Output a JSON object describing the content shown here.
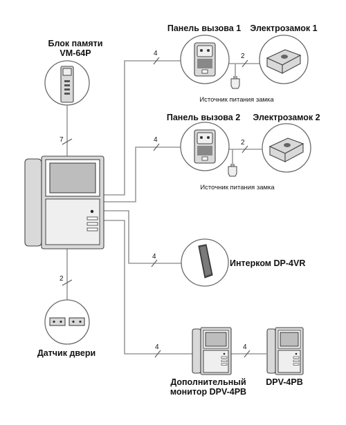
{
  "labels": {
    "memory_unit": [
      "Блок памяти",
      "VM-64P"
    ],
    "call_panel_1": "Панель вызова 1",
    "lock_1": "Электрозамок 1",
    "call_panel_2": "Панель вызова 2",
    "lock_2": "Электрозамок 2",
    "lock_power_1": "Источник питания замка",
    "lock_power_2": "Источник питания замка",
    "intercom": "Интерком DP-4VR",
    "door_sensor": "Датчик двери",
    "extra_monitor": [
      "Дополнительный",
      "монитор DPV-4PB"
    ],
    "monitor_2": "DPV-4PB"
  },
  "wire_counts": {
    "memory": "7",
    "panel_1": "4",
    "lock_1": "2",
    "panel_2": "4",
    "lock_2": "2",
    "intercom": "4",
    "door_sensor": "2",
    "extra_monitor": "4",
    "monitor_link": "4"
  }
}
